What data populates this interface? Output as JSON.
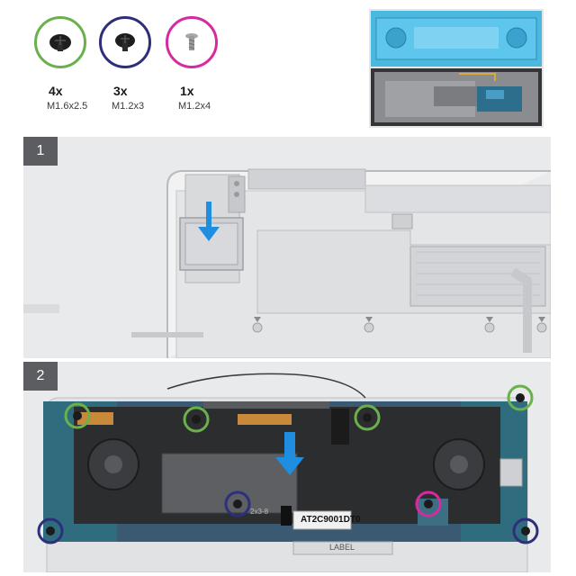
{
  "screws": [
    {
      "count": "4x",
      "size": "M1.6x2.5",
      "color": "#6ab04c"
    },
    {
      "count": "3x",
      "size": "M1.2x3",
      "color": "#2e2f7a"
    },
    {
      "count": "1x",
      "size": "M1.2x4",
      "color": "#d62aa0"
    }
  ],
  "steps": [
    {
      "number": "1"
    },
    {
      "number": "2"
    }
  ],
  "labels": {
    "board_label": "AT2C9001DT0",
    "bottom_label": "LABEL",
    "small_text": "2x3-8"
  },
  "colors": {
    "teal_cover": "#4bb8e0",
    "board_dark": "#2c2d2f",
    "arrow_blue": "#1f8de0",
    "badge_gray": "#5b5d60",
    "panel_bg": "#e9eaec"
  }
}
